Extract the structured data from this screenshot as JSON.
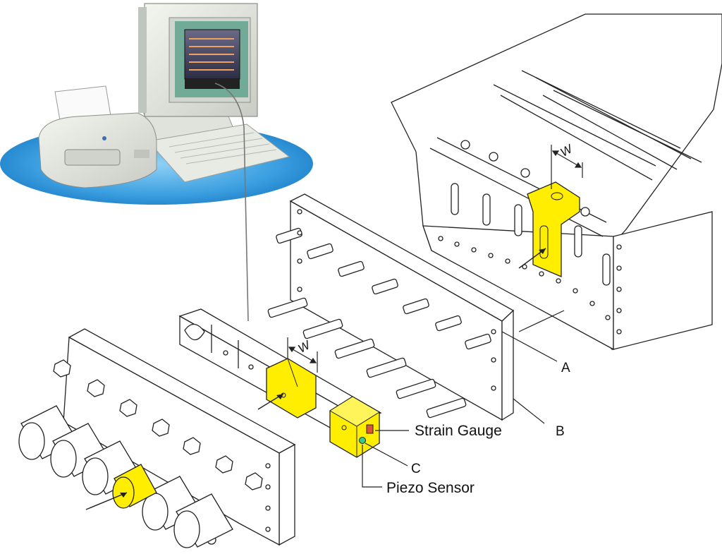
{
  "labels": {
    "strain_gauge": "Strain Gauge",
    "piezo_sensor": "Piezo Sensor",
    "a": "A",
    "b": "B",
    "c": "C",
    "w_top": "W",
    "w_mid": "W"
  },
  "colors": {
    "highlight": "#ffee00",
    "floor": "#2a8fd8",
    "line": "#222222",
    "piezo": "#33cc88",
    "gauge": "#dd5533"
  },
  "icons": [
    "computer-monitor-icon",
    "printer-icon",
    "keyboard-icon"
  ]
}
